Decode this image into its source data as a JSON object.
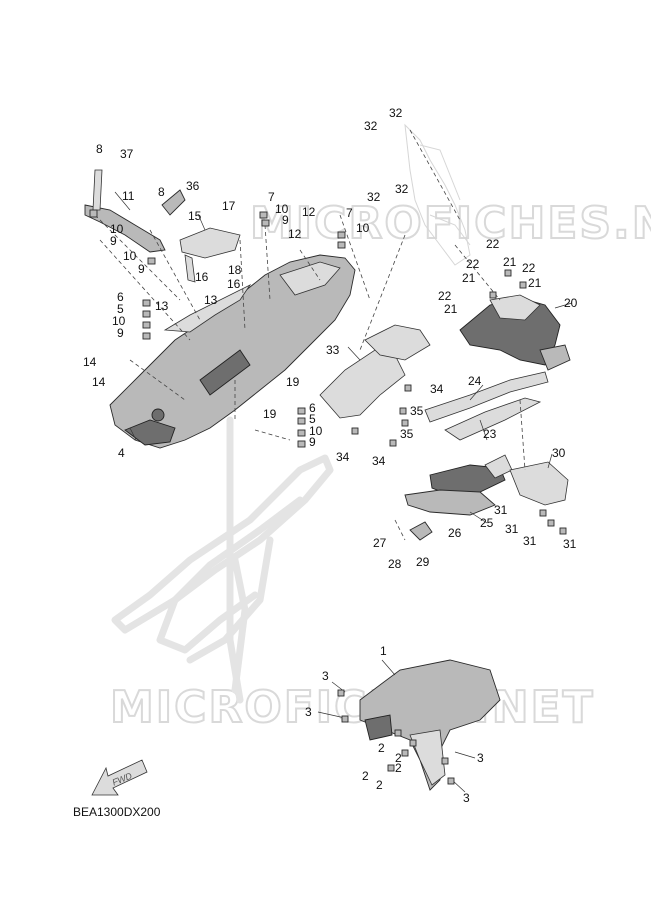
{
  "watermarks": [
    "MICROFICHES.NET",
    "MICROFICHES.NET"
  ],
  "diagram_code": "BEA1300DX200",
  "fwd_label": "FWD",
  "callouts": [
    "1",
    "2",
    "2",
    "2",
    "2",
    "2",
    "3",
    "3",
    "3",
    "3",
    "4",
    "5",
    "5",
    "6",
    "6",
    "7",
    "7",
    "8",
    "8",
    "9",
    "9",
    "9",
    "9",
    "9",
    "10",
    "10",
    "10",
    "10",
    "10",
    "10",
    "11",
    "12",
    "12",
    "13",
    "13",
    "14",
    "14",
    "15",
    "16",
    "16",
    "17",
    "18",
    "19",
    "19",
    "20",
    "21",
    "21",
    "21",
    "21",
    "22",
    "22",
    "22",
    "22",
    "23",
    "24",
    "25",
    "26",
    "27",
    "28",
    "29",
    "30",
    "31",
    "31",
    "31",
    "31",
    "32",
    "32",
    "32",
    "32",
    "33",
    "34",
    "34",
    "34",
    "35",
    "35",
    "36",
    "37"
  ]
}
